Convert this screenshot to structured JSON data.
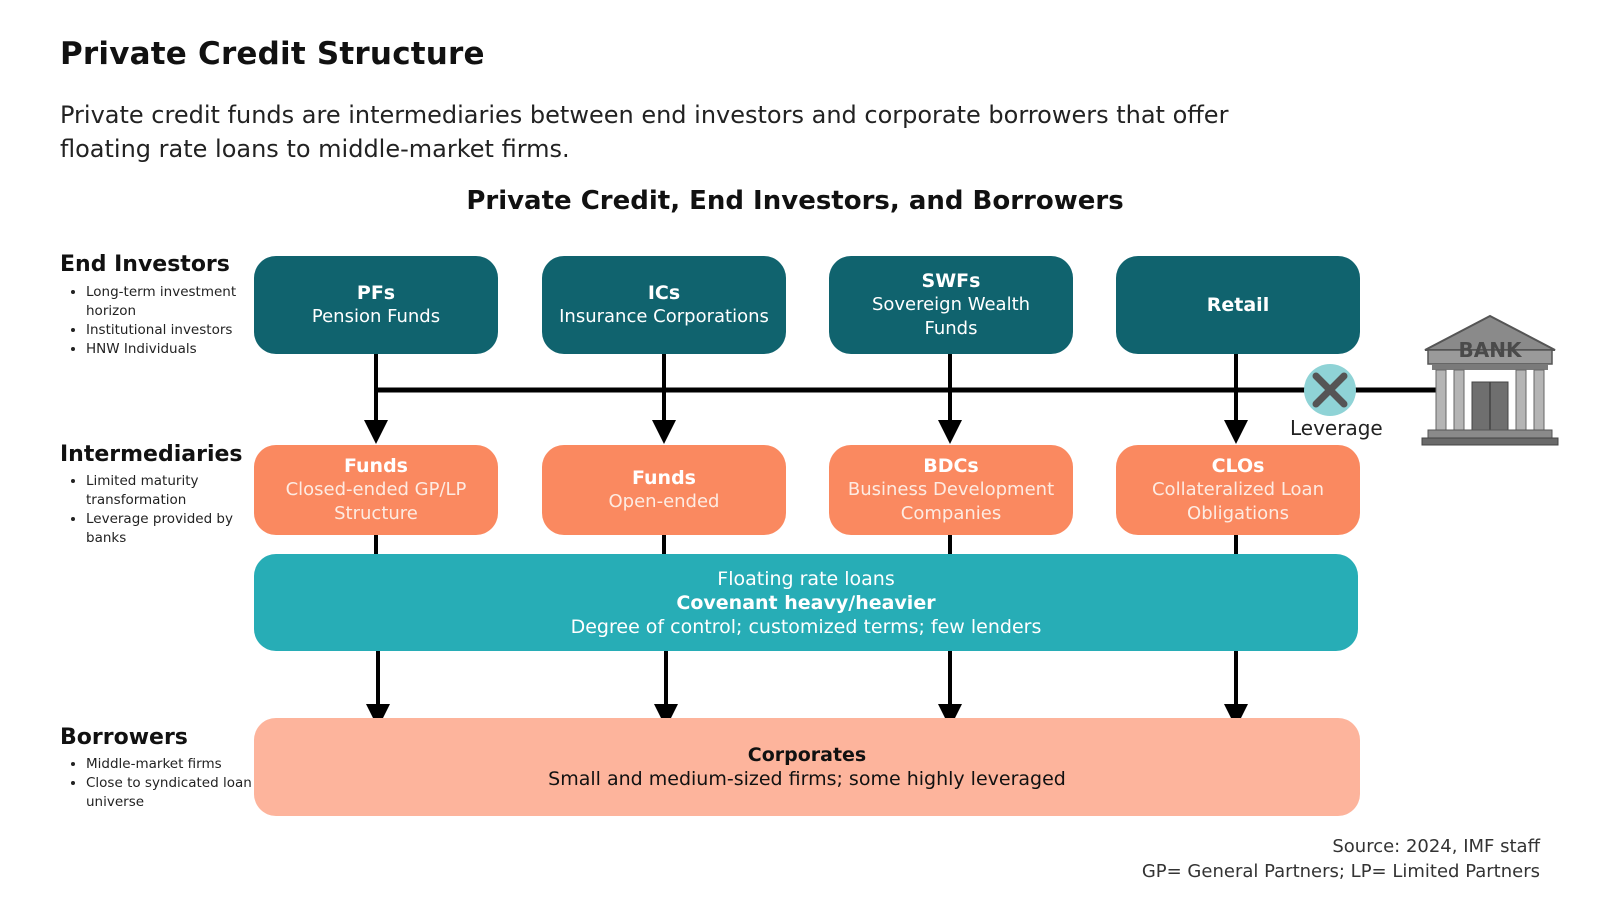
{
  "header": {
    "title": "Private Credit Structure",
    "subtitle": "Private credit funds are intermediaries between end investors and corporate borrowers that offer floating rate loans to middle-market firms."
  },
  "diagram": {
    "title": "Private Credit, End Investors, and Borrowers"
  },
  "sidebar": {
    "end_investors": {
      "heading": "End Investors",
      "bullets": [
        "Long-term investment horizon",
        "Institutional investors",
        "HNW Individuals"
      ]
    },
    "intermediaries": {
      "heading": "Intermediaries",
      "bullets": [
        "Limited maturity transformation",
        "Leverage provided by banks"
      ]
    },
    "borrowers": {
      "heading": "Borrowers",
      "bullets": [
        "Middle-market firms",
        "Close to syndicated loan universe"
      ]
    }
  },
  "investors": [
    {
      "title": "PFs",
      "sub": "Pension Funds"
    },
    {
      "title": "ICs",
      "sub": "Insurance Corporations"
    },
    {
      "title": "SWFs",
      "sub": "Sovereign Wealth Funds"
    },
    {
      "title": "Retail",
      "sub": ""
    }
  ],
  "intermediaries": [
    {
      "title": "Funds",
      "sub": "Closed-ended GP/LP Structure"
    },
    {
      "title": "Funds",
      "sub": "Open-ended"
    },
    {
      "title": "BDCs",
      "sub": "Business Development Companies"
    },
    {
      "title": "CLOs",
      "sub": "Collateralized Loan Obligations"
    }
  ],
  "loans": {
    "line1": "Floating rate loans",
    "line2": "Covenant heavy/heavier",
    "line3": "Degree of control; customized terms; few lenders"
  },
  "corporates": {
    "title": "Corporates",
    "sub": "Small and medium-sized firms; some highly leveraged"
  },
  "leverage": {
    "label": "Leverage",
    "bank_label": "BANK",
    "icon": "close-icon"
  },
  "footer": {
    "source": "Source: 2024, IMF staff",
    "note": "GP= General Partners; LP= Limited Partners"
  },
  "colors": {
    "investor": "#10636e",
    "intermediary": "#fa8960",
    "loans": "#27adb6",
    "corporates": "#fdb49c",
    "leverage_x": "#8fd3d6"
  }
}
